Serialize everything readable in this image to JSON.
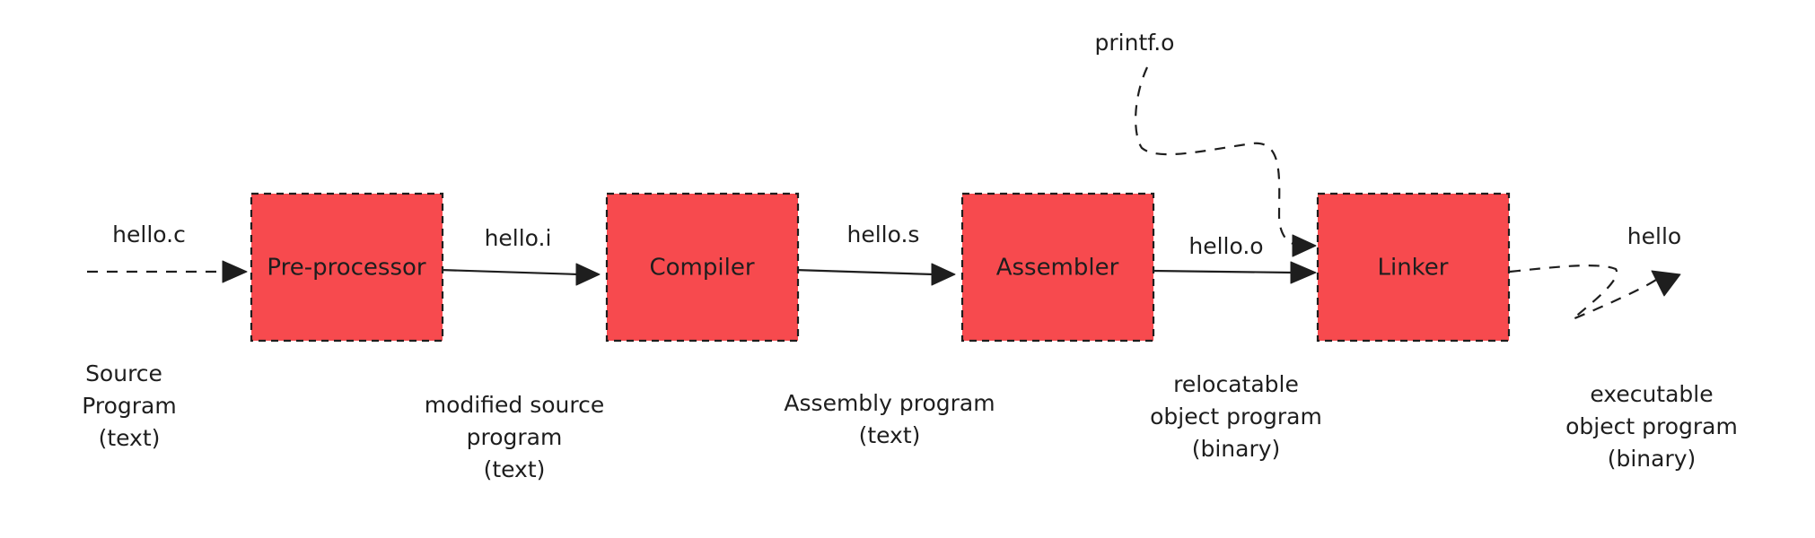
{
  "stages": [
    {
      "id": "preprocessor",
      "label": "Pre-processor"
    },
    {
      "id": "compiler",
      "label": "Compiler"
    },
    {
      "id": "assembler",
      "label": "Assembler"
    },
    {
      "id": "linker",
      "label": "Linker"
    }
  ],
  "files": {
    "hello_c": "hello.c",
    "hello_i": "hello.i",
    "hello_s": "hello.s",
    "hello_o": "hello.o",
    "printf_o": "printf.o",
    "hello": "hello"
  },
  "descriptions": {
    "source": [
      "Source",
      "Program",
      "(text)"
    ],
    "modified_source": [
      "modified source",
      "program",
      "(text)"
    ],
    "assembly": [
      "Assembly program",
      "(text)"
    ],
    "relocatable": [
      "relocatable",
      "object program",
      "(binary)"
    ],
    "executable": [
      "executable",
      "object program",
      "(binary)"
    ]
  },
  "colors": {
    "box_fill": "#f74a4e",
    "stroke": "#1e1e1e"
  }
}
